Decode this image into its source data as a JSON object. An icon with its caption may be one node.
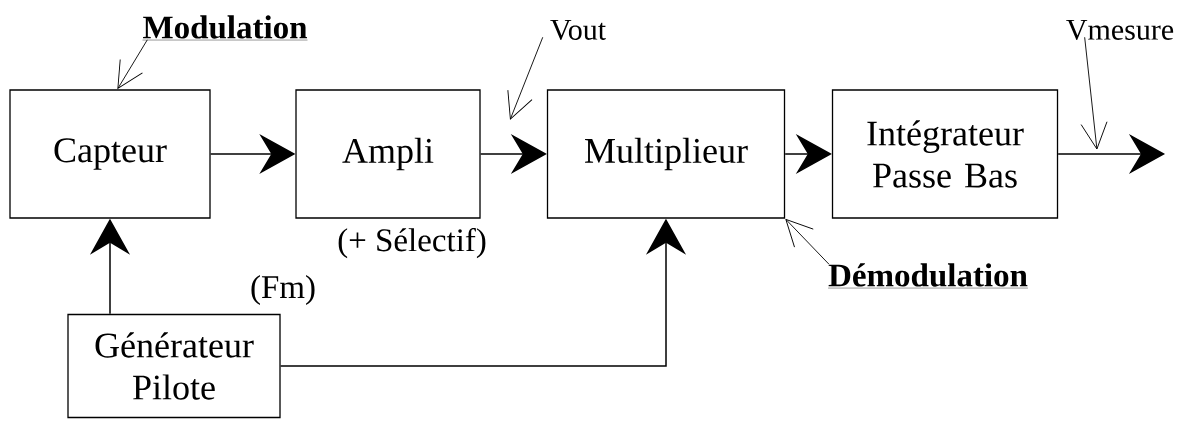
{
  "diagram": {
    "nodes": [
      {
        "text": [
          "Capteur"
        ]
      },
      {
        "text": [
          "Ampli"
        ],
        "beside": [
          "(+ Sélectif)"
        ]
      },
      {
        "text": [
          "Multiplieur"
        ]
      },
      {
        "text": [
          "Intégrateur Passe Bas"
        ]
      },
      {
        "text": [
          "Générateur Pilote"
        ],
        "beside": [
          "(Fm)"
        ]
      },
      {
        "text": [
          "Modulation"
        ]
      },
      {
        "text": [
          "Vout"
        ]
      },
      {
        "text": [
          "Vmesure"
        ]
      },
      {
        "text": [
          "Démodulation"
        ]
      }
    ],
    "edges": [
      {
        "from": 0,
        "to": 1,
        "arrow": "to"
      },
      {
        "from": 1,
        "to": 2,
        "arrow": "to"
      },
      {
        "from": 2,
        "to": 3,
        "arrow": "to"
      },
      {
        "from": 3,
        "to": null,
        "arrow": "to"
      },
      {
        "from": 4,
        "to": 0,
        "arrow": "to"
      },
      {
        "from": 4,
        "to": 2,
        "arrow": "to"
      },
      {
        "from": 5,
        "to": 0,
        "arrow": "to"
      },
      {
        "from": 6,
        "to": null,
        "arrow": "to"
      },
      {
        "from": 7,
        "to": null,
        "arrow": "to"
      },
      {
        "from": 8,
        "to": 2,
        "arrow": "to"
      }
    ]
  }
}
